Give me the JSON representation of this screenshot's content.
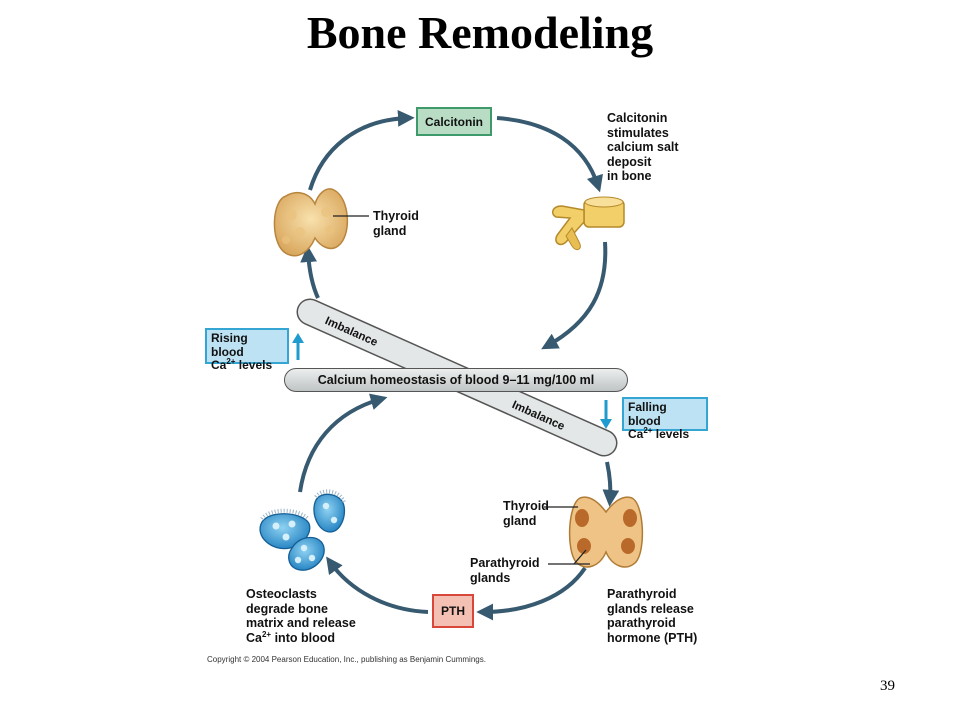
{
  "title": "Bone Remodeling",
  "page_number": "39",
  "calcitonin_box": "Calcitonin",
  "calcitonin_action": [
    "Calcitonin",
    "stimulates",
    "calcium salt",
    "deposit",
    "in bone"
  ],
  "thyroid_top": [
    "Thyroid",
    "gland"
  ],
  "rising": {
    "line1": "Rising blood",
    "ca": "Ca",
    "sup": "2+",
    "rest": " levels"
  },
  "falling": {
    "line1": "Falling blood",
    "ca": "Ca",
    "sup": "2+",
    "rest": " levels"
  },
  "homeostasis": "Calcium homeostasis of blood 9–11 mg/100 ml",
  "imbalance": "Imbalance",
  "thyroid_bottom": [
    "Thyroid",
    "gland"
  ],
  "parathyroid_label": [
    "Parathyroid",
    "glands"
  ],
  "pth_box": "PTH",
  "pth_action": [
    "Parathyroid",
    "glands release",
    "parathyroid",
    "hormone (PTH)"
  ],
  "osteoclast_action": {
    "lines": [
      "Osteoclasts",
      "degrade bone",
      "matrix and release"
    ],
    "ca": "Ca",
    "sup": "2+",
    "rest": " into blood"
  },
  "copyright": "Copyright © 2004 Pearson Education, Inc., publishing as Benjamin Cummings.",
  "colors": {
    "arrow": "#375a70",
    "level_arrow": "#1f9bcf",
    "calcitonin_fill": "#b9dcc5",
    "pth_fill": "#f4c0b3",
    "bone": "#f3cf6a",
    "osteoclast": "#3e9fd6"
  }
}
